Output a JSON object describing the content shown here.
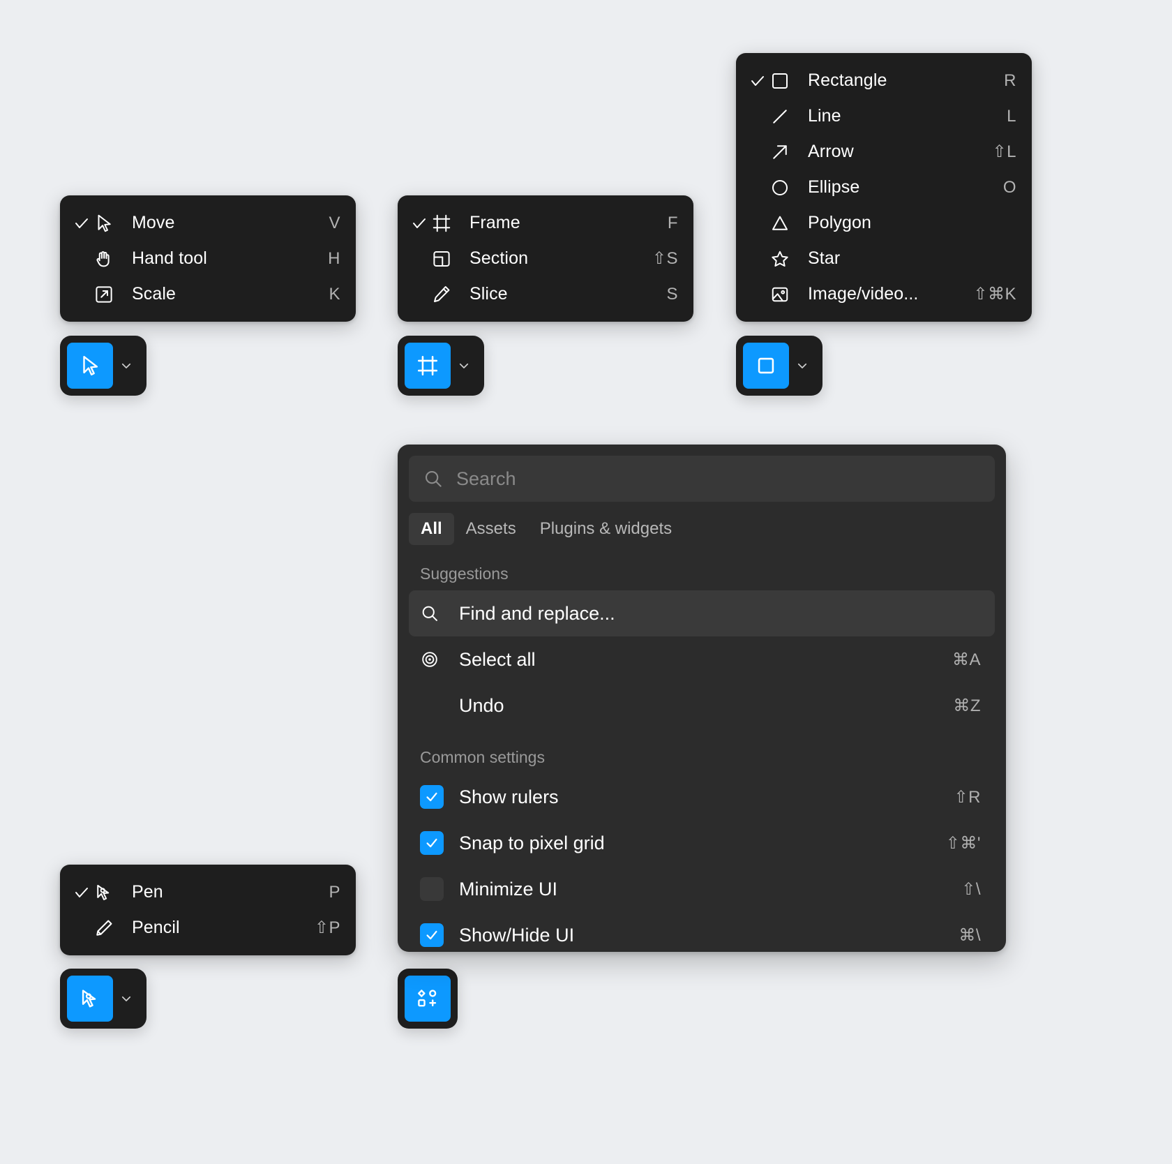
{
  "canvas": {
    "background": "#eceef1",
    "accent": "#0d99ff",
    "menu_bg": "#1e1e1e",
    "panel_bg": "#2c2c2c"
  },
  "move_menu": {
    "items": [
      {
        "icon": "cursor-icon",
        "label": "Move",
        "shortcut": "V",
        "checked": true
      },
      {
        "icon": "hand-icon",
        "label": "Hand tool",
        "shortcut": "H",
        "checked": false
      },
      {
        "icon": "scale-icon",
        "label": "Scale",
        "shortcut": "K",
        "checked": false
      }
    ]
  },
  "move_button": {
    "icon": "cursor-icon",
    "caret": "chevron-down-icon"
  },
  "frame_menu": {
    "items": [
      {
        "icon": "frame-icon",
        "label": "Frame",
        "shortcut": "F",
        "checked": true
      },
      {
        "icon": "section-icon",
        "label": "Section",
        "shortcut": "⇧S",
        "checked": false
      },
      {
        "icon": "slice-icon",
        "label": "Slice",
        "shortcut": "S",
        "checked": false
      }
    ]
  },
  "frame_button": {
    "icon": "frame-icon",
    "caret": "chevron-down-icon"
  },
  "shape_menu": {
    "items": [
      {
        "icon": "rectangle-icon",
        "label": "Rectangle",
        "shortcut": "R",
        "checked": true
      },
      {
        "icon": "line-icon",
        "label": "Line",
        "shortcut": "L",
        "checked": false
      },
      {
        "icon": "arrow-icon",
        "label": "Arrow",
        "shortcut": "⇧L",
        "checked": false
      },
      {
        "icon": "ellipse-icon",
        "label": "Ellipse",
        "shortcut": "O",
        "checked": false
      },
      {
        "icon": "polygon-icon",
        "label": "Polygon",
        "shortcut": "",
        "checked": false
      },
      {
        "icon": "star-icon",
        "label": "Star",
        "shortcut": "",
        "checked": false
      },
      {
        "icon": "image-video-icon",
        "label": "Image/video...",
        "shortcut": "⇧⌘K",
        "checked": false
      }
    ]
  },
  "shape_button": {
    "icon": "rectangle-icon",
    "caret": "chevron-down-icon"
  },
  "pen_menu": {
    "items": [
      {
        "icon": "pen-icon",
        "label": "Pen",
        "shortcut": "P",
        "checked": true
      },
      {
        "icon": "pencil-icon",
        "label": "Pencil",
        "shortcut": "⇧P",
        "checked": false
      }
    ]
  },
  "pen_button": {
    "icon": "pen-icon",
    "caret": "chevron-down-icon"
  },
  "actions_button": {
    "icon": "plugins-icon"
  },
  "quick_actions": {
    "search": {
      "icon": "search-icon",
      "placeholder": "Search",
      "value": ""
    },
    "tabs": [
      {
        "label": "All",
        "active": true
      },
      {
        "label": "Assets",
        "active": false
      },
      {
        "label": "Plugins & widgets",
        "active": false
      }
    ],
    "suggestions_title": "Suggestions",
    "suggestions": [
      {
        "icon": "search-icon",
        "label": "Find and replace...",
        "shortcut": "",
        "highlighted": true
      },
      {
        "icon": "target-icon",
        "label": "Select all",
        "shortcut": "⌘A",
        "highlighted": false
      },
      {
        "icon": "",
        "label": "Undo",
        "shortcut": "⌘Z",
        "highlighted": false
      }
    ],
    "settings_title": "Common settings",
    "settings": [
      {
        "label": "Show rulers",
        "shortcut": "⇧R",
        "checked": true
      },
      {
        "label": "Snap to pixel grid",
        "shortcut": "⇧⌘'",
        "checked": true
      },
      {
        "label": "Minimize UI",
        "shortcut": "⇧\\",
        "checked": false
      },
      {
        "label": "Show/Hide UI",
        "shortcut": "⌘\\",
        "checked": true
      }
    ]
  }
}
